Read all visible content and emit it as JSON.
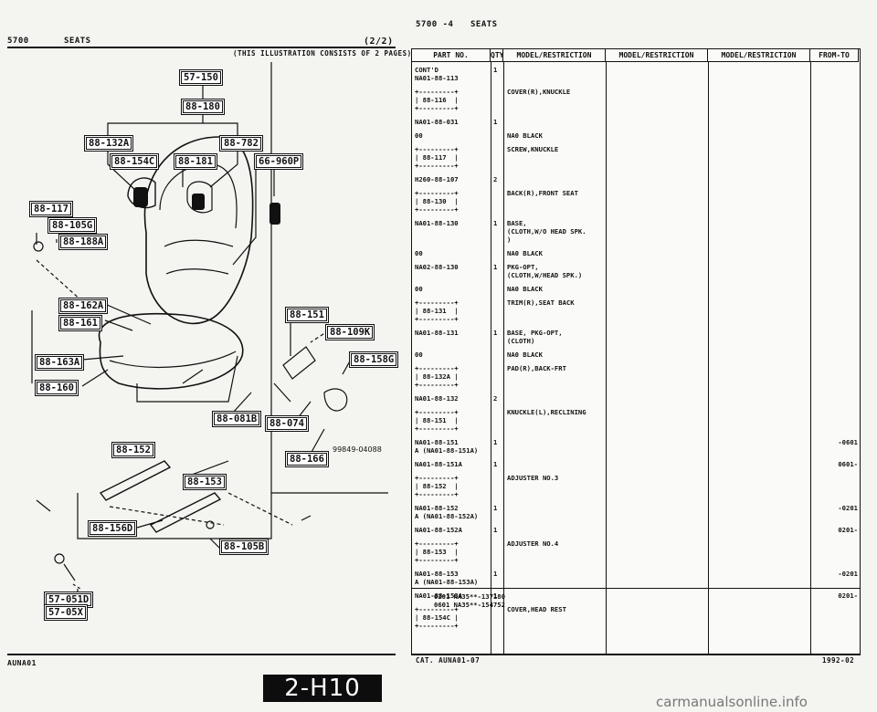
{
  "header": {
    "left_section": "5700",
    "left_title": "SEATS",
    "left_page": "(2/2)",
    "illustration_note": "(THIS ILLUSTRATION CONSISTS OF 2 PAGES)",
    "right_section": "5700 -4",
    "right_title": "SEATS"
  },
  "diagram": {
    "labels": [
      "57-150",
      "88-180",
      "88-132A",
      "88-782",
      "88-154C",
      "88-181",
      "66-960P",
      "88-117",
      "88-105G",
      "88-188A",
      "88-162A",
      "88-161",
      "88-163A",
      "88-160",
      "88-151",
      "88-109K",
      "88-158G",
      "88-081B",
      "88-074",
      "88-152",
      "88-166",
      "88-153",
      "88-156D",
      "88-105B",
      "57-051D",
      "57-05X"
    ],
    "ref_code": "99849-04088"
  },
  "table": {
    "columns": [
      "PART NO.",
      "QTY",
      "MODEL/RESTRICTION",
      "MODEL/RESTRICTION",
      "MODEL/RESTRICTION",
      "FROM-TO"
    ],
    "rows": [
      {
        "part": "CONT'D\nNA01-88-113",
        "qty": "1",
        "desc": "",
        "from": ""
      },
      {
        "part": "+---------+\n| 88-116  |\n+---------+",
        "qty": "",
        "desc": "COVER(R),KNUCKLE",
        "from": ""
      },
      {
        "part": "NA01-88-031",
        "qty": "1",
        "desc": "",
        "from": ""
      },
      {
        "part": "00",
        "qty": "",
        "desc": "NA0 BLACK",
        "from": ""
      },
      {
        "part": "+---------+\n| 88-117  |\n+---------+",
        "qty": "",
        "desc": "SCREW,KNUCKLE",
        "from": ""
      },
      {
        "part": "H260-88-107",
        "qty": "2",
        "desc": "",
        "from": ""
      },
      {
        "part": "+---------+\n| 88-130  |\n+---------+",
        "qty": "",
        "desc": "BACK(R),FRONT SEAT",
        "from": ""
      },
      {
        "part": "NA01-88-130",
        "qty": "1",
        "desc": "BASE,\n(CLOTH,W/O HEAD SPK.\n)",
        "from": ""
      },
      {
        "part": "00",
        "qty": "",
        "desc": "NA0 BLACK",
        "from": ""
      },
      {
        "part": "NA02-88-130",
        "qty": "1",
        "desc": "PKG-OPT,\n(CLOTH,W/HEAD SPK.)",
        "from": ""
      },
      {
        "part": "00",
        "qty": "",
        "desc": "NA0 BLACK",
        "from": ""
      },
      {
        "part": "+---------+\n| 88-131  |\n+---------+",
        "qty": "",
        "desc": "TRIM(R),SEAT BACK",
        "from": ""
      },
      {
        "part": "NA01-88-131",
        "qty": "1",
        "desc": "BASE, PKG-OPT,\n(CLOTH)",
        "from": ""
      },
      {
        "part": "00",
        "qty": "",
        "desc": "NA0 BLACK",
        "from": ""
      },
      {
        "part": "+---------+\n| 88-132A |\n+---------+",
        "qty": "",
        "desc": "PAD(R),BACK-FRT",
        "from": ""
      },
      {
        "part": "NA01-88-132",
        "qty": "2",
        "desc": "",
        "from": ""
      },
      {
        "part": "+---------+\n| 88-151  |\n+---------+",
        "qty": "",
        "desc": "KNUCKLE(L),RECLINING",
        "from": ""
      },
      {
        "part": "NA01-88-151\nA (NA01-88-151A)",
        "qty": "1",
        "desc": "",
        "from": "-0601"
      },
      {
        "part": "NA01-88-151A",
        "qty": "1",
        "desc": "",
        "from": "0601-"
      },
      {
        "part": "+---------+\n| 88-152  |\n+---------+",
        "qty": "",
        "desc": "ADJUSTER NO.3",
        "from": ""
      },
      {
        "part": "NA01-88-152\nA (NA01-88-152A)",
        "qty": "1",
        "desc": "",
        "from": "-0201"
      },
      {
        "part": "NA01-88-152A",
        "qty": "1",
        "desc": "",
        "from": "0201-"
      },
      {
        "part": "+---------+\n| 88-153  |\n+---------+",
        "qty": "",
        "desc": "ADJUSTER NO.4",
        "from": ""
      },
      {
        "part": "NA01-88-153\nA (NA01-88-153A)",
        "qty": "1",
        "desc": "",
        "from": "-0201"
      },
      {
        "part": "NA01-88-153A",
        "qty": "1",
        "desc": "",
        "from": "0201-"
      },
      {
        "part": "+---------+\n| 88-154C |\n+---------+",
        "qty": "",
        "desc": "COVER,HEAD REST",
        "from": ""
      }
    ],
    "footnote": "0201 NA35**-137180\n0601 NA35**-154752"
  },
  "footer": {
    "left_code": "AUNA01",
    "cat": "CAT. AUNA01-07",
    "year": "1992-02",
    "page_tag": "2-H10",
    "watermark": "carmanualsonline.info"
  }
}
